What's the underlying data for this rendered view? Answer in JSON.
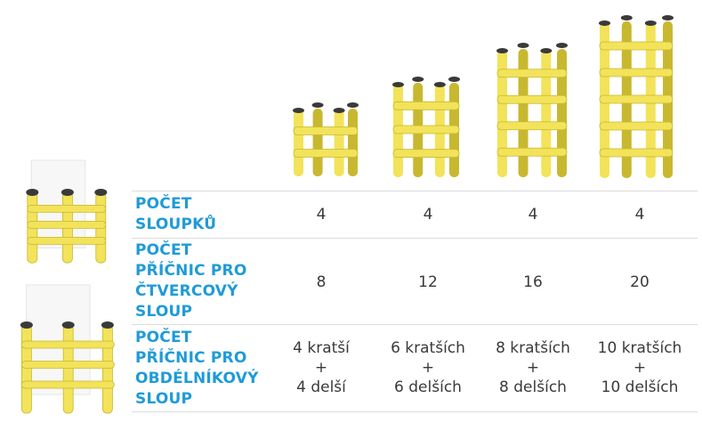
{
  "table": {
    "rows": [
      {
        "label_lines": [
          "POČET",
          "SLOUPKŮ"
        ],
        "values": [
          [
            "4"
          ],
          [
            "4"
          ],
          [
            "4"
          ],
          [
            "4"
          ]
        ]
      },
      {
        "label_lines": [
          "POČET",
          "PŘÍČNIC PRO",
          "ČTVERCOVÝ",
          "SLOUP"
        ],
        "values": [
          [
            "8"
          ],
          [
            "12"
          ],
          [
            "16"
          ],
          [
            "20"
          ]
        ]
      },
      {
        "label_lines": [
          "POČET",
          "PŘÍČNIC PRO",
          "OBDÉLNÍKOVÝ",
          "SLOUP"
        ],
        "values": [
          [
            "4 kratší",
            "+",
            "4 delší"
          ],
          [
            "6 kratších",
            "+",
            "6 delších"
          ],
          [
            "8 kratších",
            "+",
            "8 delších"
          ],
          [
            "10 kratších",
            "+",
            "10 delších"
          ]
        ]
      }
    ]
  },
  "products": [
    {
      "rungs": 2
    },
    {
      "rungs": 3
    },
    {
      "rungs": 4
    },
    {
      "rungs": 5
    }
  ],
  "colors": {
    "label_blue": "#1f9bd7",
    "guard_yellow": "#f2e35a",
    "guard_shadow": "#c8b830",
    "cap_dark": "#3a3a3a",
    "text_gray": "#3a3a3a"
  }
}
